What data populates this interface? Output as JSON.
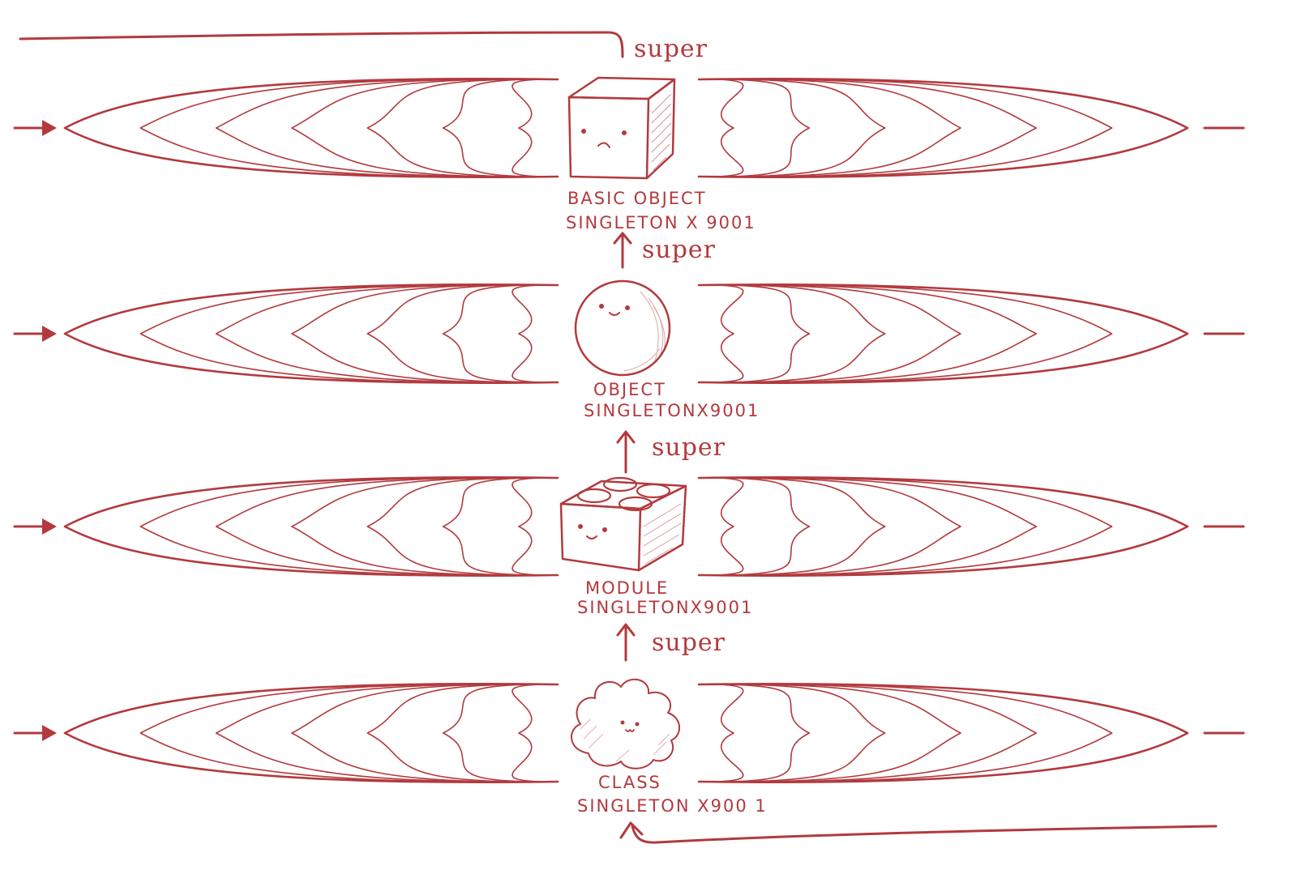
{
  "diagram": {
    "ink_color": "#b23a3e",
    "background": "#ffffff",
    "nodes": [
      {
        "id": "basic-object",
        "shape": "cube",
        "name": "BASIC OBJECT",
        "multiplier": "SINGLETON X 9001"
      },
      {
        "id": "object",
        "shape": "sphere",
        "name": "OBJECT",
        "multiplier": "SINGLETONX9001"
      },
      {
        "id": "module",
        "shape": "brick",
        "name": "MODULE",
        "multiplier": "SINGLETONX9001"
      },
      {
        "id": "class",
        "shape": "cloud",
        "name": "CLASS",
        "multiplier": "SINGLETON X900 1"
      }
    ],
    "edges": [
      {
        "from": "object",
        "to": "basic-object",
        "label": "super"
      },
      {
        "from": "module",
        "to": "object",
        "label": "super"
      },
      {
        "from": "class",
        "to": "module",
        "label": "super"
      },
      {
        "from": "basic-object",
        "to": "top-loop",
        "label": "super"
      }
    ]
  }
}
